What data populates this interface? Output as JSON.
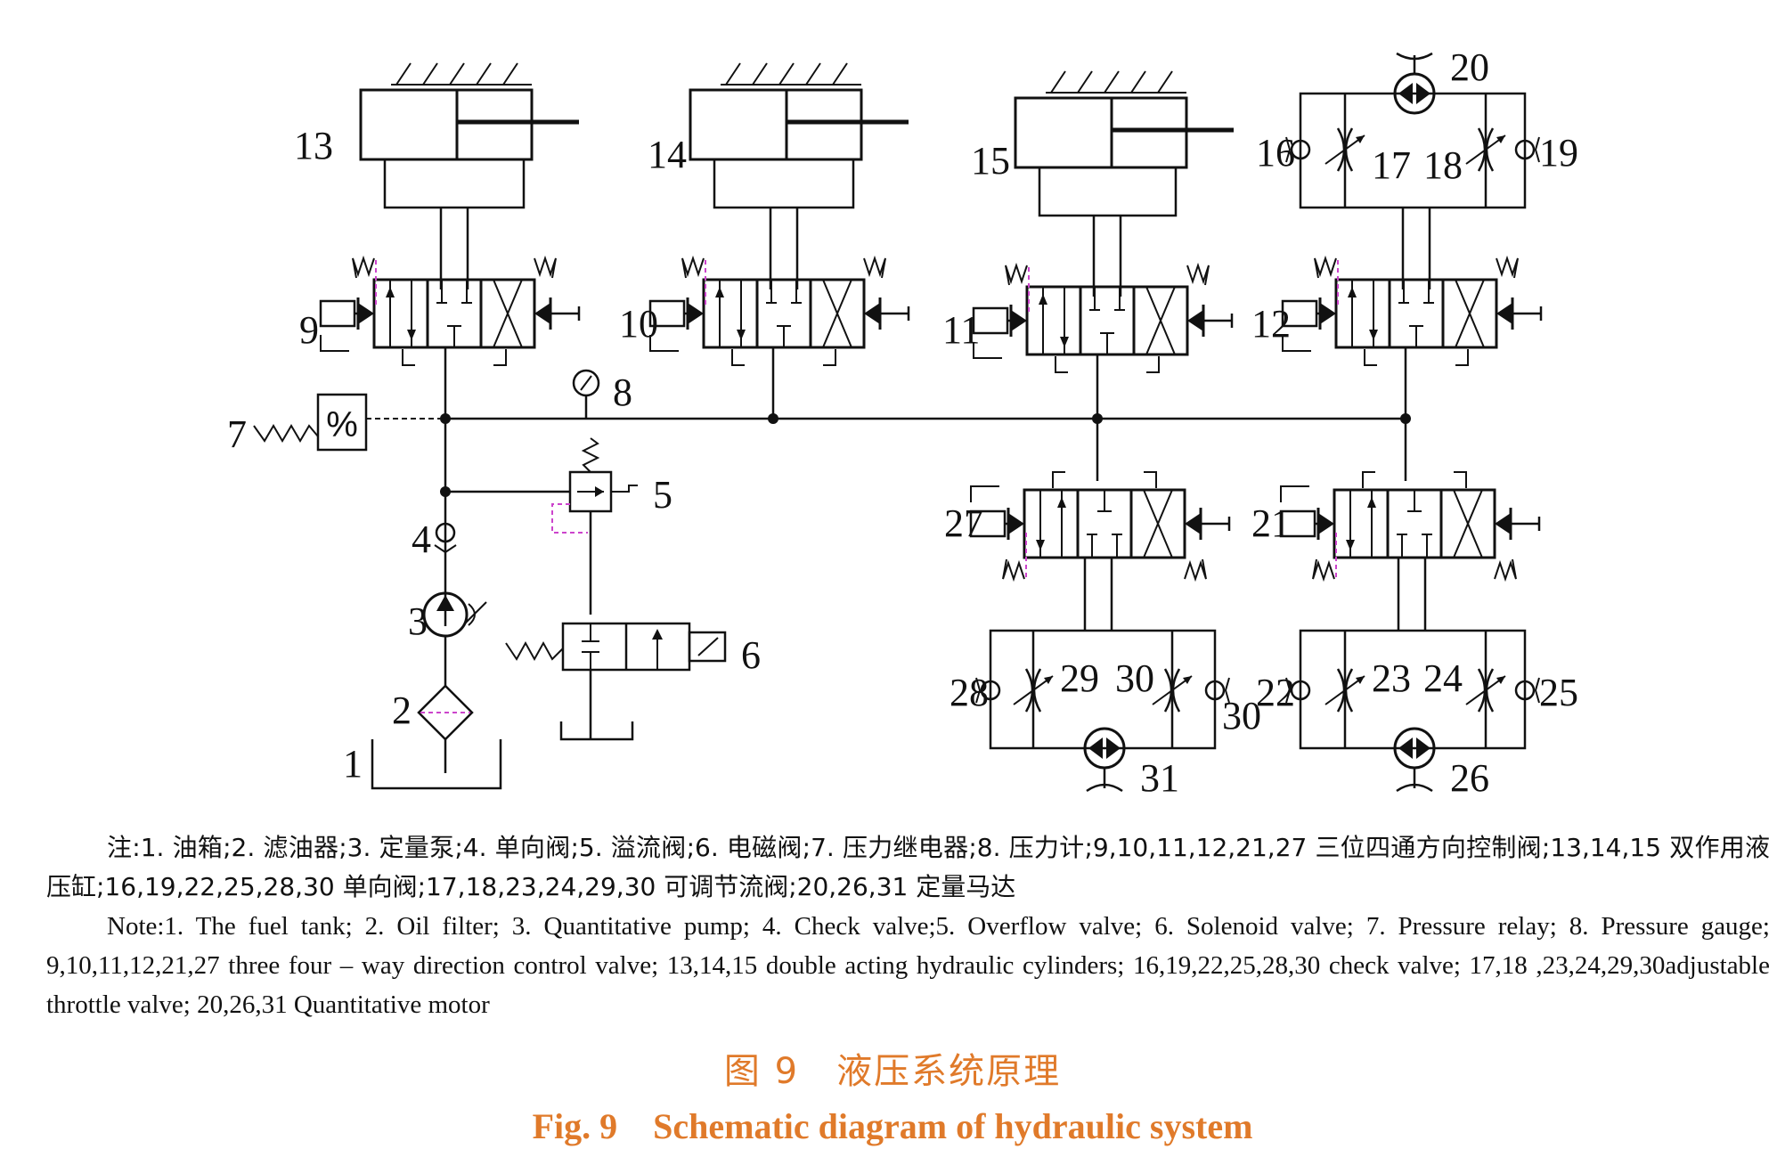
{
  "labels": {
    "c13": "13",
    "c14": "14",
    "c15": "15",
    "c20": "20",
    "c16": "16",
    "c17": "17",
    "c18": "18",
    "c19": "19",
    "v9": "9",
    "v10": "10",
    "v11": "11",
    "v12": "12",
    "p7": "7",
    "p8": "8",
    "p5": "5",
    "p4": "4",
    "p3": "3",
    "p2": "2",
    "p1": "1",
    "p6": "6",
    "v27": "27",
    "v21": "21",
    "c28": "28",
    "c29": "29",
    "c30a": "30",
    "c30b": "30",
    "c31": "31",
    "c22": "22",
    "c23": "23",
    "c24": "24",
    "c25": "25",
    "c26": "26"
  },
  "note_cn": "注:1. 油箱;2. 滤油器;3. 定量泵;4. 单向阀;5. 溢流阀;6. 电磁阀;7. 压力继电器;8. 压力计;9,10,11,12,21,27 三位四通方向控制阀;13,14,15 双作用液压缸;16,19,22,25,28,30 单向阀;17,18,23,24,29,30 可调节流阀;20,26,31 定量马达",
  "note_en": "Note:1. The fuel tank; 2. Oil filter; 3. Quantitative pump; 4. Check valve;5. Overflow valve; 6. Solenoid valve; 7. Pressure relay; 8. Pressure gauge; 9,10,11,12,21,27 three four – way direction control valve; 13,14,15 double acting hydraulic cylinders; 16,19,22,25,28,30 check valve; 17,18 ,23,24,29,30adjustable throttle valve; 20,26,31 Quantitative motor",
  "title_cn": "图 9　液压系统原理",
  "title_en": "Fig. 9　Schematic diagram of hydraulic system",
  "colors": {
    "title": "#e07a2a",
    "line": "#111111",
    "pilot": "#cc44cc"
  }
}
